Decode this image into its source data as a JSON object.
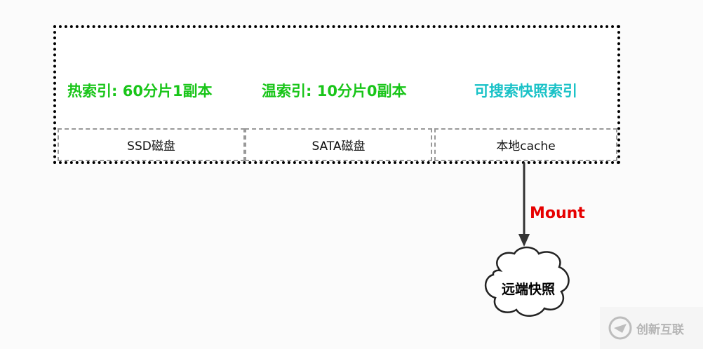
{
  "tiers": {
    "hot_label": "热索引: 60分片1副本",
    "warm_label": "温索引: 10分片0副本",
    "snapshot_label": "可搜索快照索引"
  },
  "storage": {
    "ssd": "SSD磁盘",
    "sata": "SATA磁盘",
    "cache": "本地cache"
  },
  "connector": {
    "label": "Mount"
  },
  "remote": {
    "label": "远端快照"
  },
  "watermark": {
    "text": "创新互联"
  },
  "colors": {
    "tier_green": "#19c519",
    "tier_cyan": "#19c2c7",
    "mount_red": "#e60000"
  }
}
